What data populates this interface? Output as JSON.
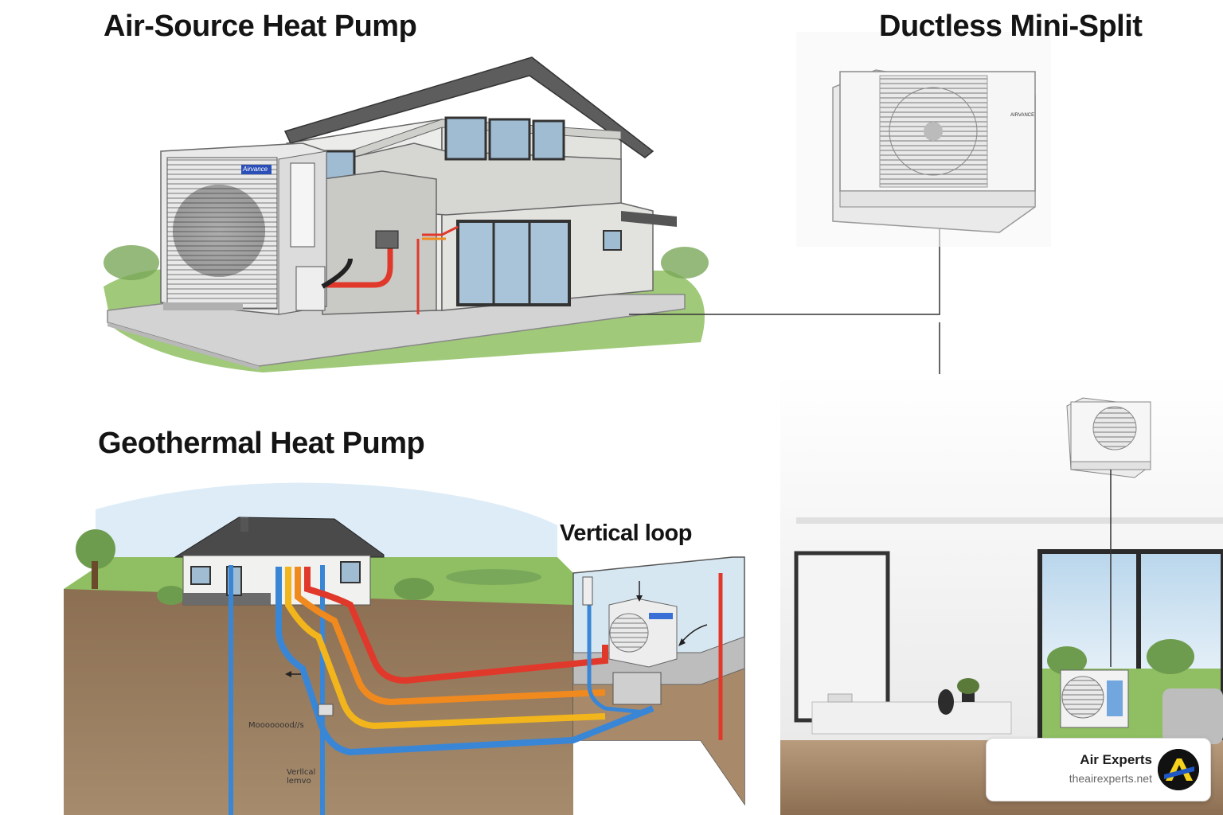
{
  "titles": {
    "air_source": "Air-Source Heat Pump",
    "ductless": "Ductless Mini-Split",
    "geothermal": "Geothermal Heat Pump",
    "vertical_loop": "Vertical loop"
  },
  "unit_labels": {
    "brand_air": "Airvance",
    "brand_mini": "AIRVANCE",
    "ground_label_a": "Moooooood//s",
    "ground_label_b": "Verllcal lemvo"
  },
  "brand_card": {
    "name": "Air Experts",
    "url": "theairexperts.net",
    "logo_letter": "A"
  },
  "colors": {
    "hot_pipe": "#e0392b",
    "warm_pipe": "#f08a1e",
    "yellow_pipe": "#f2b61c",
    "cold_pipe": "#3a86d6",
    "grass": "#7fae5a",
    "soil": "#a88a6a",
    "logo_yellow": "#f7d21c",
    "logo_blue": "#1f57c4"
  }
}
